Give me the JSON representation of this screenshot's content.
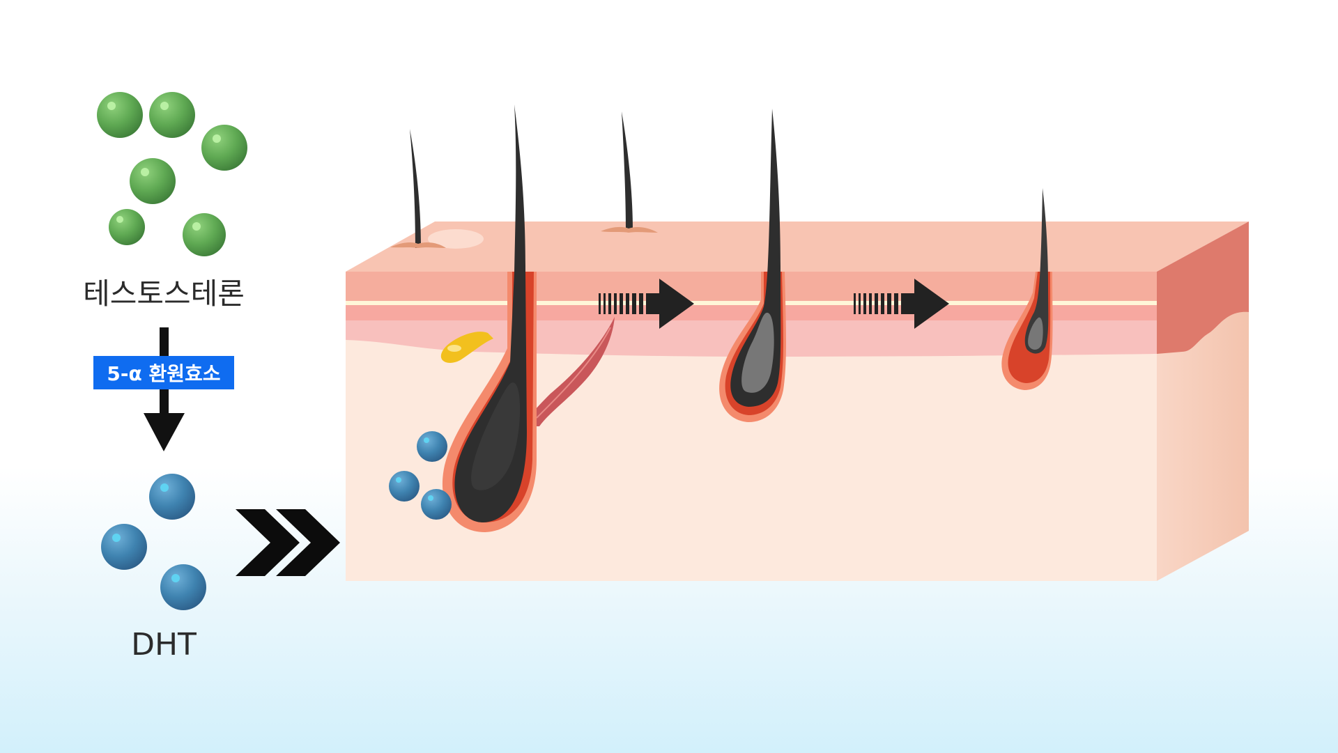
{
  "labels": {
    "testosterone": "테스토스테론",
    "enzyme": "5-α 환원효소",
    "dht": "DHT"
  },
  "colors": {
    "testosterone_molecule": "#5fa953",
    "dht_molecule": "#3f83b0",
    "enzyme_badge": "#0f6cf0",
    "enzyme_text": "#ffffff",
    "hair": "#2e2e2e",
    "follicle_red": "#d8432a",
    "skin_top": "#f7b8a6",
    "dermis": "#fde9dd"
  },
  "icons": {
    "conversion_arrow": "arrow-down-icon",
    "effect_arrow": "double-chevron-right-icon",
    "stage_arrow": "striped-arrow-right-icon"
  }
}
